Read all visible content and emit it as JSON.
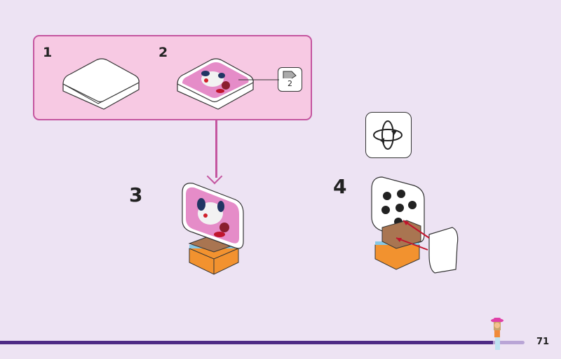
{
  "page": {
    "number": "71",
    "progress_percent": 94
  },
  "substep_box": {
    "steps": [
      {
        "number": "1",
        "description": "white square tile piece"
      },
      {
        "number": "2",
        "description": "square tile with dog sticker"
      }
    ],
    "sticker_callout": {
      "number": "2",
      "icon": "sticker-peel-icon"
    }
  },
  "steps": [
    {
      "number": "3",
      "description": "dog tile attached upright on stacked base"
    },
    {
      "number": "4",
      "description": "rotated view, white curved slope added to back with red arrows",
      "indicator_icon": "rotate-model-icon"
    }
  ],
  "colors": {
    "background": "#ede3f3",
    "substep_fill": "#f7c9e3",
    "substep_border": "#c4559f",
    "progress_fill": "#4e2a85",
    "progress_track": "#b9a5d6",
    "arrow_red": "#c0142c",
    "brick_orange": "#f2922f",
    "brick_blue": "#86c7e3",
    "brick_brown": "#a97551"
  }
}
